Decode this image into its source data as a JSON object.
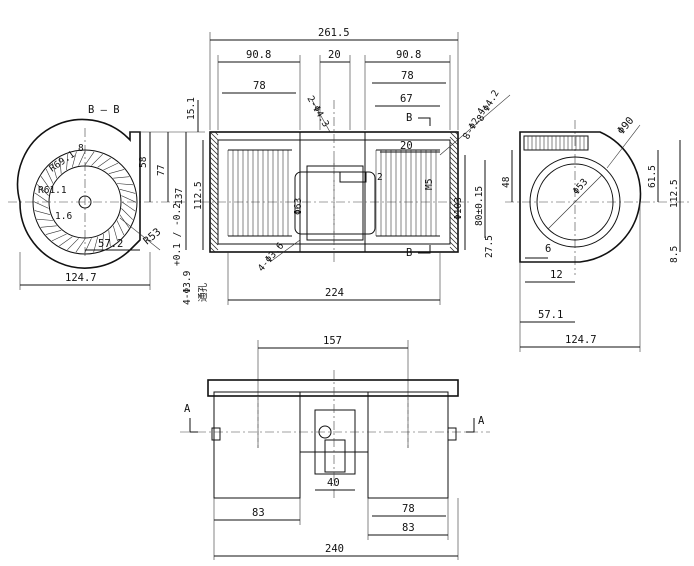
{
  "dims": {
    "top_overall": "261.5",
    "top_left": "90.8",
    "top_mid": "20",
    "top_right": "90.8",
    "top_left_inner": "78",
    "top_right_inner": "78",
    "top_right_67": "67",
    "phi24": "8-Φ2.4",
    "phi42": "8-Φ4.2",
    "right_20": "20",
    "screw": "2-Φ4.3",
    "dim_224": "224",
    "holes_36": "4-Φ3.6",
    "vent_holes": "4-Φ3.9",
    "vent_tol": "+0.1 / -0.2",
    "vent_note": "通孔",
    "dim_151": "15.1",
    "dim_1125": "112.5",
    "dim_137": "137",
    "dim_58": "58",
    "dim_77": "77",
    "dim_r69": "R69.1",
    "dim_r611": "R61.1",
    "dim_8": "8",
    "dim_16": "1.6",
    "dim_r53": "R53",
    "dim_572": "57.2",
    "dim_1247_left": "124.7",
    "dim_phi63": "Φ63",
    "dim_phi103": "Φ103",
    "dim_80": "80±0.15",
    "dim_275": "27.5",
    "dim_m5": "M5",
    "dim_2": "2",
    "dim_phi90": "Φ90",
    "dim_phi53": "Φ53",
    "dim_48": "48",
    "dim_615": "61.5",
    "dim_1125_r": "112.5",
    "dim_85": "8.5",
    "dim_6": "6",
    "dim_12": "12",
    "dim_571": "57.1",
    "dim_1247_right": "124.7",
    "dim_157": "157",
    "dim_40": "40",
    "dim_83_left": "83",
    "dim_78_bottom": "78",
    "dim_83_right": "83",
    "dim_240": "240"
  },
  "section_marks": {
    "bb_top": "B — B",
    "b_upper": "B",
    "b_lower": "B",
    "a_left": "A",
    "a_right": "A"
  }
}
